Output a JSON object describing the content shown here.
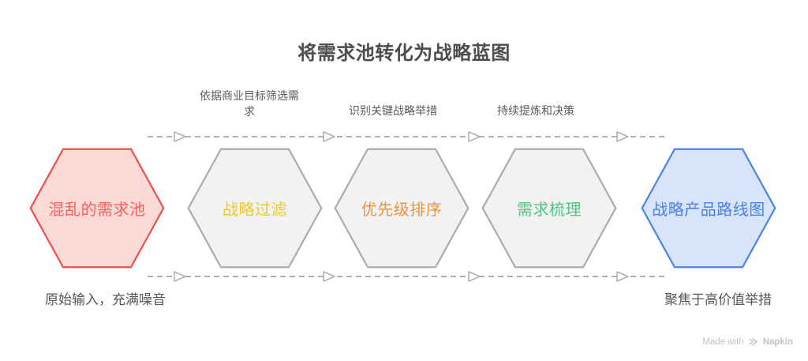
{
  "title": "将需求池转化为战略蓝图",
  "steps": {
    "top_labels": [
      "依据商业目标筛选需求",
      "识别关键战略举措",
      "持续提炼和决策"
    ],
    "hexagons": [
      {
        "label": "混乱的需求池",
        "fill": "#fbd9d7",
        "border": "#ee4f4b",
        "text_color": "#f2625e"
      },
      {
        "label": "战略过滤",
        "fill": "#f2f2f2",
        "border": "#acacac",
        "text_color": "#e9cd26"
      },
      {
        "label": "优先级排序",
        "fill": "#f2f2f2",
        "border": "#acacac",
        "text_color": "#ec9245"
      },
      {
        "label": "需求梳理",
        "fill": "#f2f2f2",
        "border": "#acacac",
        "text_color": "#4fc581"
      },
      {
        "label": "战略产品路线图",
        "fill": "#d8e4f8",
        "border": "#4c83e9",
        "text_color": "#4b80e8"
      }
    ],
    "caption_left": "原始输入，充满噪音",
    "caption_right": "聚焦于高价值举措",
    "connector_color": "#b0b0b0"
  },
  "footer": {
    "made_with": "Made with",
    "brand": "Napkin"
  }
}
